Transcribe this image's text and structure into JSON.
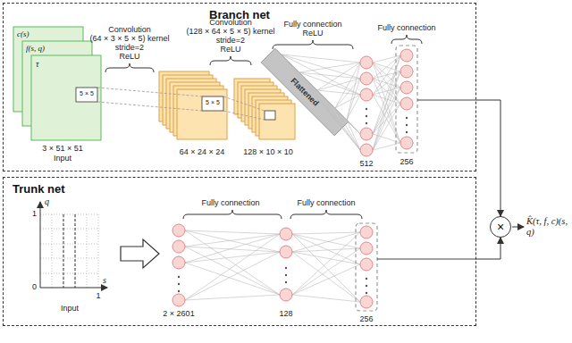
{
  "diagram": {
    "nodes": [
      {
        "text": [
          "Branch net"
        ]
      },
      {
        "text": [
          "Trunk net"
        ]
      },
      {
        "text": [
          "×"
        ]
      }
    ],
    "edges": [
      {
        "from": 0,
        "to": 2,
        "arrow": "to"
      },
      {
        "from": 1,
        "to": 2,
        "arrow": "to"
      }
    ],
    "labels": [
      "Convolution",
      "(64 × 3 × 5 × 5) kernel",
      "stride=2",
      "ReLU",
      "Convolution",
      "(128 × 64 × 5 × 5) kernel",
      "stride=2",
      "ReLU",
      "Fully connection",
      "ReLU",
      "Fully connection",
      "c(s)",
      "f(s, q)",
      "τ",
      "5 × 5",
      "3 × 51 × 51",
      "Input",
      "5 × 5",
      "64 × 24 × 24",
      "Flattened",
      "128 × 10 × 10",
      "512",
      "256",
      "q",
      "1",
      "0",
      "1",
      "s",
      "Input",
      "Fully connection",
      "Fully connection",
      "2 × 2601",
      "128",
      "256",
      "K̂(τ, f, c)(s, q)"
    ]
  }
}
